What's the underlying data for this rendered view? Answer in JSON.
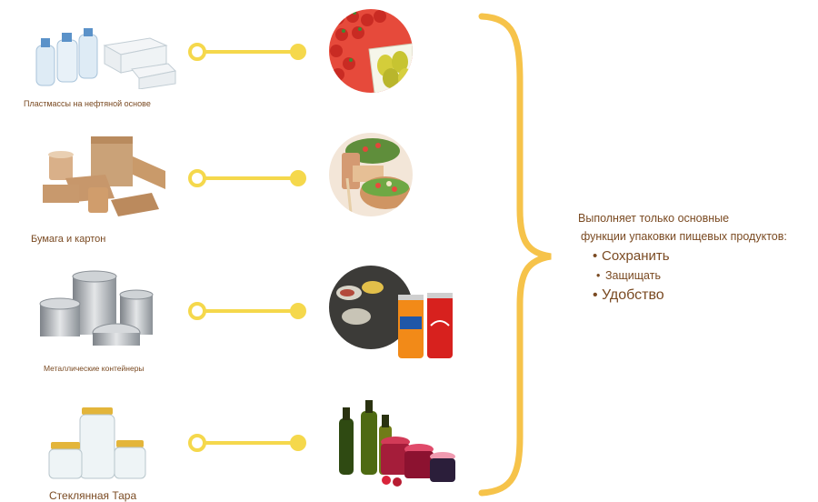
{
  "materials": [
    {
      "label": "Пластмассы на нефтяной основе"
    },
    {
      "label": "Бумага и картон"
    },
    {
      "label": "Металлические контейнеры"
    },
    {
      "label": "Стеклянная Тара"
    }
  ],
  "description": {
    "line1": "Выполняет только основные",
    "line2": "функции упаковки пищевых продуктов:",
    "bullets": [
      "Сохранить",
      "Защищать",
      "Удобство"
    ]
  },
  "colors": {
    "brace": "#f6c34a",
    "connector": "#f5d84c",
    "text": "#7a4a22"
  }
}
